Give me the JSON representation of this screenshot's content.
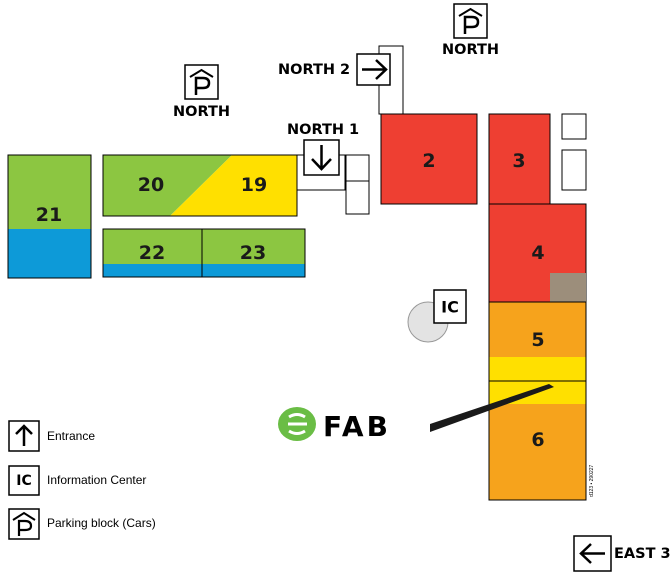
{
  "halls": {
    "h2": "2",
    "h3": "3",
    "h4": "4",
    "h5": "5",
    "h6": "6",
    "h19": "19",
    "h20": "20",
    "h21": "21",
    "h22": "22",
    "h23": "23"
  },
  "gates": {
    "north1": "NORTH 1",
    "north2": "NORTH 2",
    "east3": "EAST 3"
  },
  "parking": {
    "north_left": "NORTH",
    "north_right": "NORTH"
  },
  "info_center": {
    "code": "IC"
  },
  "logo": {
    "text": "FAB"
  },
  "legend": {
    "entrance": "Entrance",
    "ic_code": "IC",
    "info_center": "Information Center",
    "parking": "Parking block (Cars)"
  },
  "code_mark": "d123 • 290227",
  "colors": {
    "green": "#8cc641",
    "blue": "#0d9ad8",
    "yellow": "#ffe000",
    "red": "#ee3f32",
    "orange": "#f6a31c",
    "grey": "#9c8e7b",
    "logo_green": "#6abd45"
  }
}
